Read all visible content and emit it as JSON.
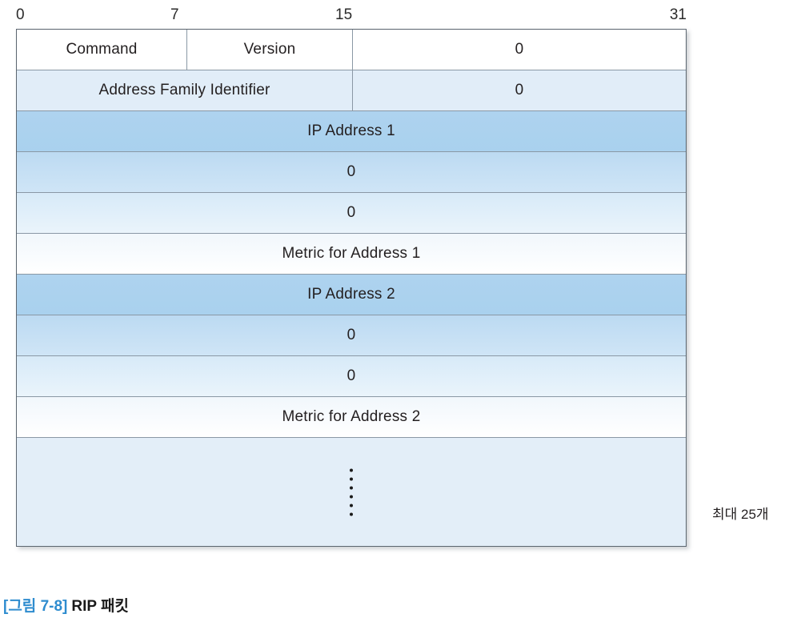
{
  "ruler": {
    "ticks": [
      {
        "label": "0",
        "bit": 0
      },
      {
        "label": "7",
        "bit": 7
      },
      {
        "label": "15",
        "bit": 15
      },
      {
        "label": "31",
        "bit": 31
      }
    ]
  },
  "packet": {
    "rows": [
      {
        "name": "header-row",
        "cells": [
          {
            "label": "Command",
            "span": "quarter"
          },
          {
            "label": "Version",
            "span": "quarter"
          },
          {
            "label": "0",
            "span": "half"
          }
        ]
      },
      {
        "name": "afi-row",
        "cells": [
          {
            "label": "Address Family Identifier",
            "span": "half"
          },
          {
            "label": "0",
            "span": "half"
          }
        ]
      },
      {
        "name": "ip-address-1-row",
        "cells": [
          {
            "label": "IP Address 1",
            "span": "full"
          }
        ]
      },
      {
        "name": "zero-row-1a",
        "cells": [
          {
            "label": "0",
            "span": "full"
          }
        ]
      },
      {
        "name": "zero-row-1b",
        "cells": [
          {
            "label": "0",
            "span": "full"
          }
        ]
      },
      {
        "name": "metric-1-row",
        "cells": [
          {
            "label": "Metric for Address 1",
            "span": "full"
          }
        ]
      },
      {
        "name": "ip-address-2-row",
        "cells": [
          {
            "label": "IP Address 2",
            "span": "full"
          }
        ]
      },
      {
        "name": "zero-row-2a",
        "cells": [
          {
            "label": "0",
            "span": "full"
          }
        ]
      },
      {
        "name": "zero-row-2b",
        "cells": [
          {
            "label": "0",
            "span": "full"
          }
        ]
      },
      {
        "name": "metric-2-row",
        "cells": [
          {
            "label": "Metric for Address 2",
            "span": "full"
          }
        ]
      }
    ],
    "continuation": {
      "name": "continuation-row",
      "ellipsis_dots": 6
    }
  },
  "annotation": {
    "max_entries_label": "최대 25개"
  },
  "caption": {
    "number": "[그림 7-8]",
    "title": "RIP 패킷"
  },
  "colors": {
    "accent_blue": "#2e8ccf",
    "row_border": "#8a98a5",
    "table_border": "#5c6670",
    "shade_light": "#e1edf8",
    "shade_deep": "#aed3ef",
    "tail_fill": "#e3eef8",
    "text": "#231f20"
  }
}
